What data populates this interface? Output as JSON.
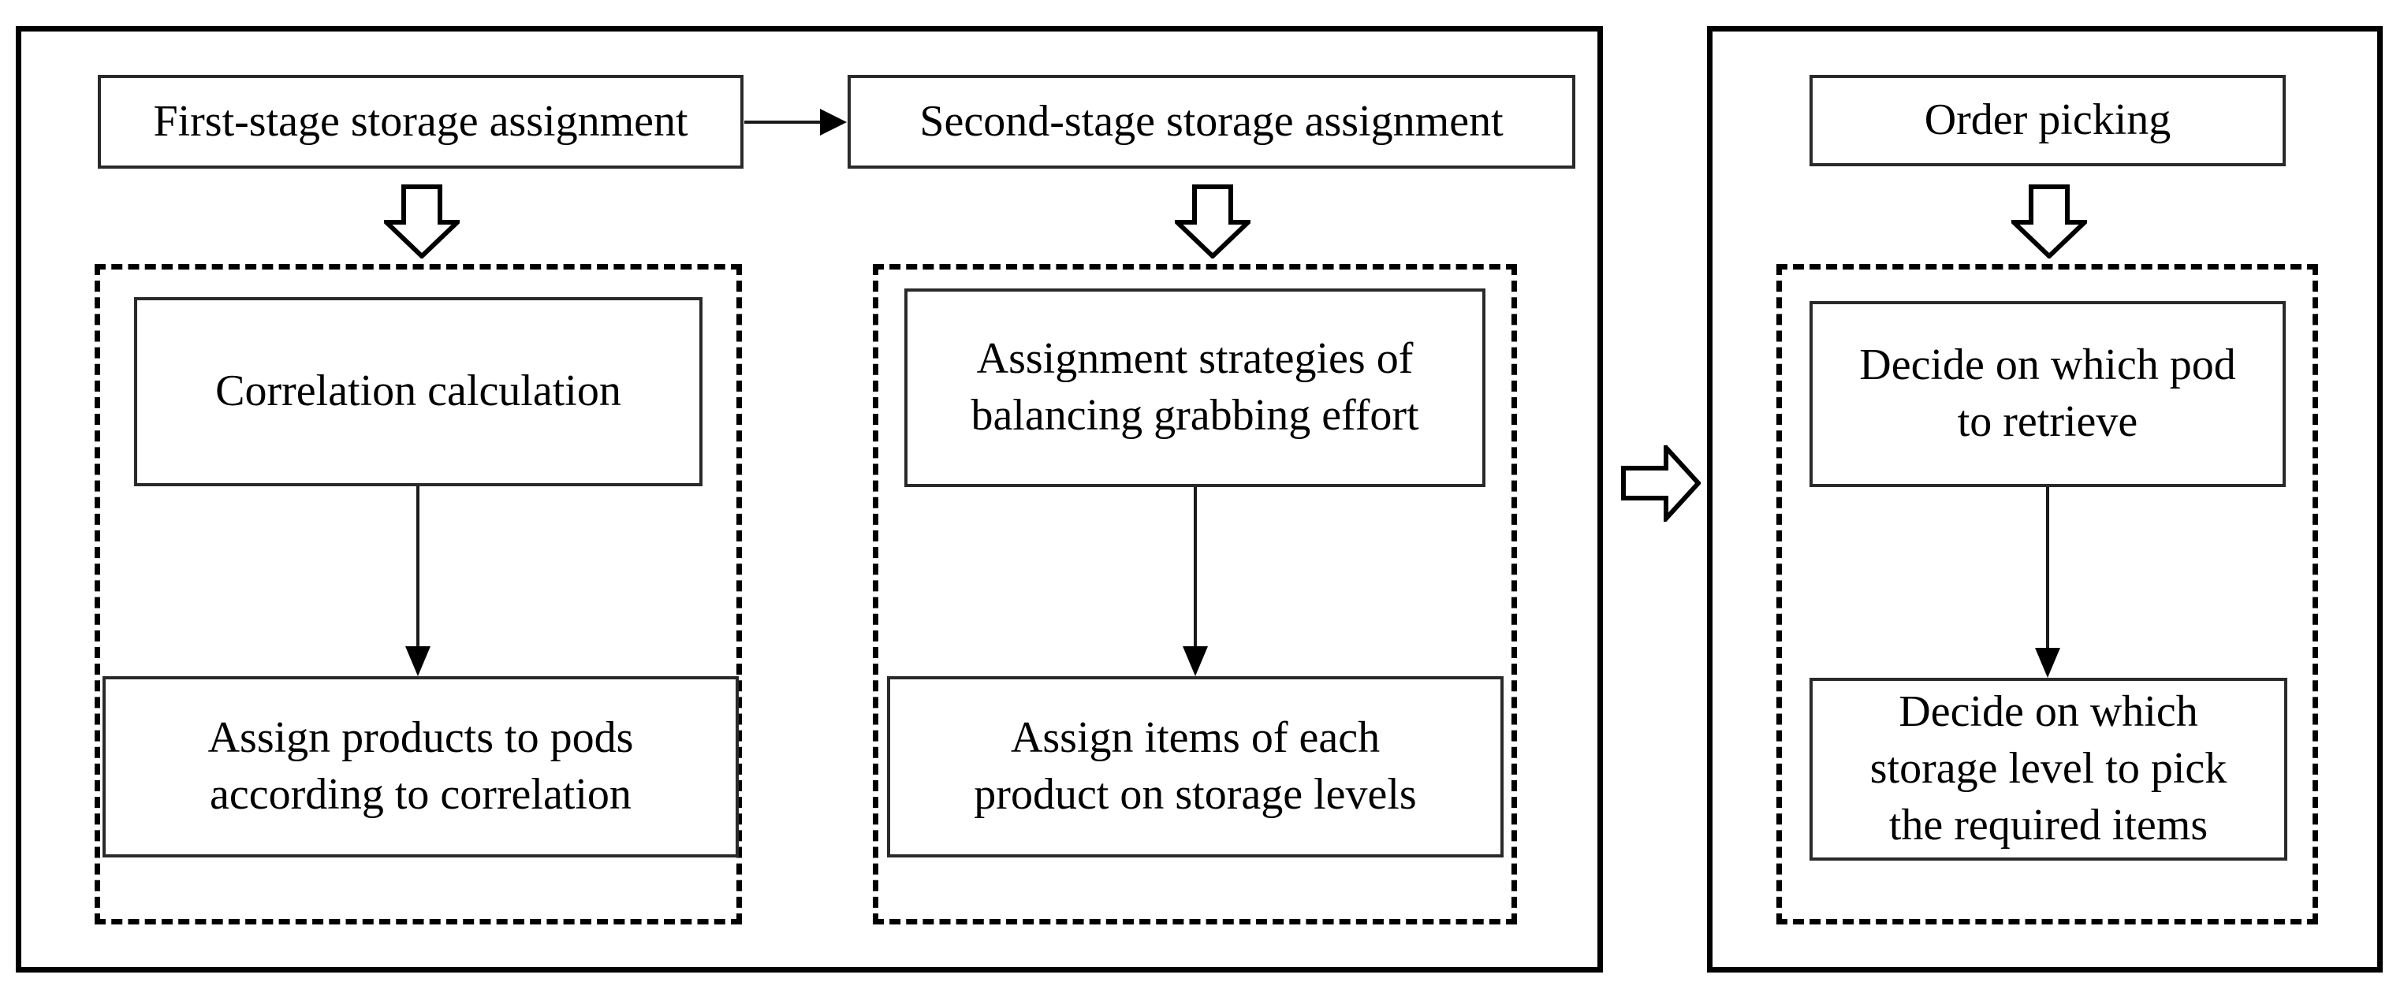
{
  "diagram": {
    "stages": [
      {
        "header": "First-stage storage assignment",
        "steps": [
          "Correlation calculation",
          "Assign products to pods\naccording to correlation"
        ]
      },
      {
        "header": "Second-stage storage assignment",
        "steps": [
          "Assignment strategies of\nbalancing grabbing effort",
          "Assign items of each\nproduct on storage levels"
        ]
      },
      {
        "header": "Order picking",
        "steps": [
          "Decide on which pod\nto retrieve",
          "Decide on which\nstorage level to pick\nthe required items"
        ]
      }
    ],
    "icons": {
      "hollow_down_arrow": "hollow-down-arrow-icon",
      "hollow_right_arrow": "hollow-right-arrow-icon",
      "thin_down_arrow": "thin-down-arrow-icon",
      "thin_right_arrow": "thin-right-arrow-icon"
    },
    "colors": {
      "line": "#000000",
      "box_border": "#2a2a2a",
      "background": "#ffffff",
      "text": "#000000"
    }
  }
}
